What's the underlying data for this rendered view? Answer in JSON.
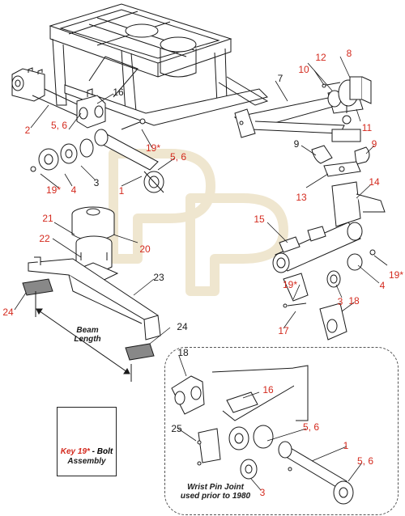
{
  "diagram": {
    "part_labels": [
      {
        "id": "p1a",
        "text": "1"
      },
      {
        "id": "p1b",
        "text": "1"
      },
      {
        "id": "p2",
        "text": "2"
      },
      {
        "id": "p3a",
        "text": "3"
      },
      {
        "id": "p3b",
        "text": "3"
      },
      {
        "id": "p3c",
        "text": "3"
      },
      {
        "id": "p4a",
        "text": "4"
      },
      {
        "id": "p4b",
        "text": "4"
      },
      {
        "id": "p56a",
        "text": "5, 6"
      },
      {
        "id": "p56b",
        "text": "5, 6"
      },
      {
        "id": "p56c",
        "text": "5, 6"
      },
      {
        "id": "p56d",
        "text": "5, 6"
      },
      {
        "id": "p7",
        "text": "7"
      },
      {
        "id": "p8",
        "text": "8"
      },
      {
        "id": "p9a",
        "text": "9"
      },
      {
        "id": "p9b",
        "text": "9"
      },
      {
        "id": "p10",
        "text": "10"
      },
      {
        "id": "p11",
        "text": "11"
      },
      {
        "id": "p12",
        "text": "12"
      },
      {
        "id": "p13",
        "text": "13"
      },
      {
        "id": "p14",
        "text": "14"
      },
      {
        "id": "p15",
        "text": "15"
      },
      {
        "id": "p16a",
        "text": "16"
      },
      {
        "id": "p16b",
        "text": "16"
      },
      {
        "id": "p17",
        "text": "17"
      },
      {
        "id": "p18a",
        "text": "18"
      },
      {
        "id": "p18b",
        "text": "18"
      },
      {
        "id": "p19a",
        "text": "19*"
      },
      {
        "id": "p19b",
        "text": "19*"
      },
      {
        "id": "p19c",
        "text": "19*"
      },
      {
        "id": "p19d",
        "text": "19*"
      },
      {
        "id": "p20",
        "text": "20"
      },
      {
        "id": "p21",
        "text": "21"
      },
      {
        "id": "p22",
        "text": "22"
      },
      {
        "id": "p23",
        "text": "23"
      },
      {
        "id": "p24a",
        "text": "24"
      },
      {
        "id": "p24b",
        "text": "24"
      },
      {
        "id": "p25",
        "text": "25"
      }
    ],
    "beam_length": {
      "line1": "Beam",
      "line2": "Length"
    },
    "key_box": {
      "key_prefix": "Key 19*",
      "key_suffix": " - Bolt",
      "line2": "Assembly"
    },
    "wrist_pin_note": {
      "line1": "Wrist Pin Joint",
      "line2": "used prior to 1980"
    },
    "colors": {
      "label_red": "#d42a1e",
      "line": "#1a1a1a",
      "watermark": "#efe6cf"
    }
  }
}
